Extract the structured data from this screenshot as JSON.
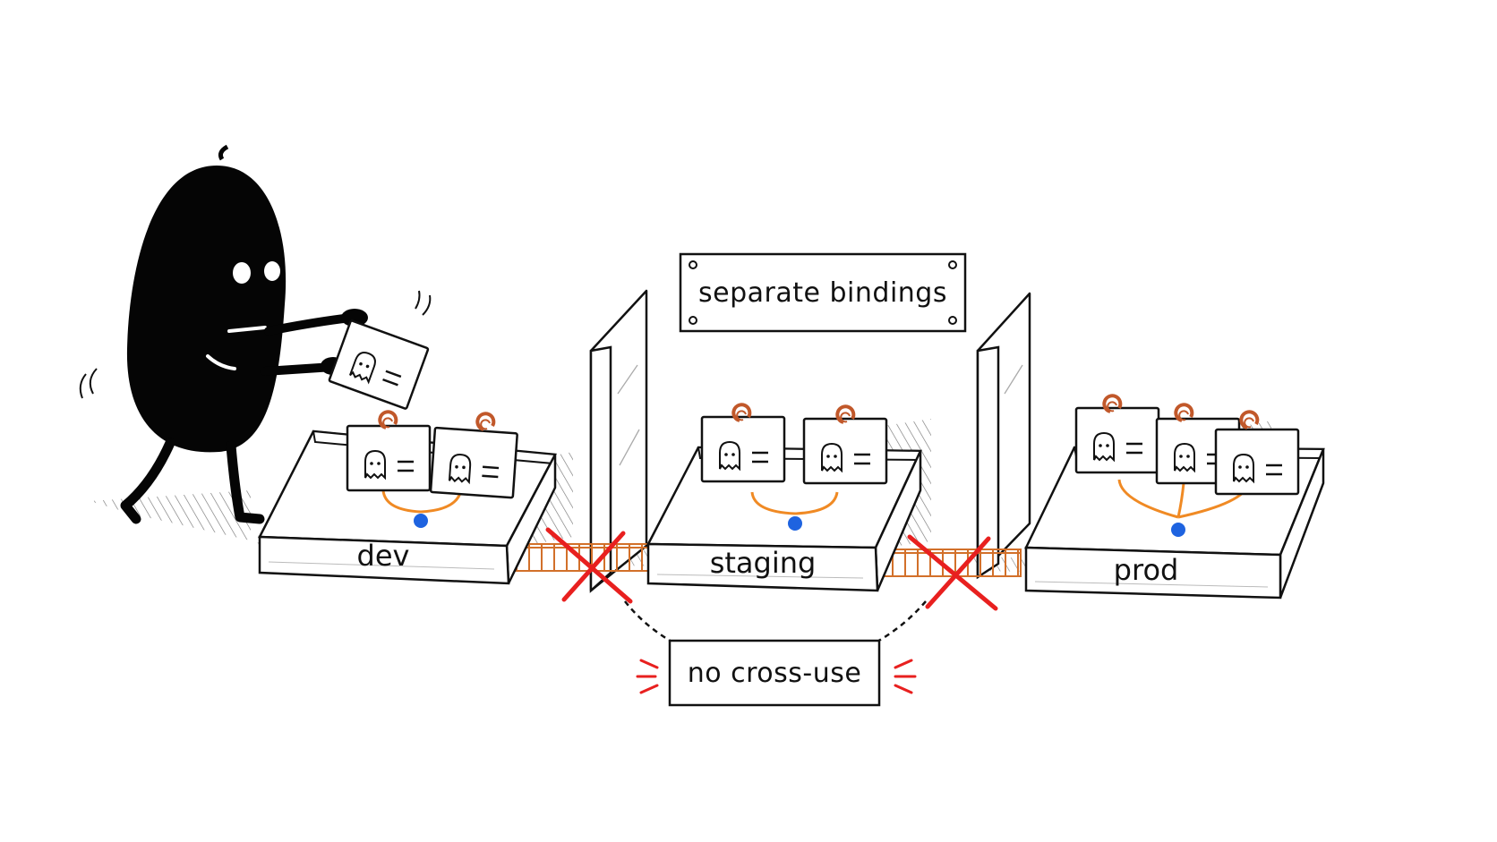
{
  "title_sign": "separate bindings",
  "warning_sign": "no cross-use",
  "environments": [
    {
      "label": "dev",
      "card_count": 2
    },
    {
      "label": "staging",
      "card_count": 2
    },
    {
      "label": "prod",
      "card_count": 3
    }
  ],
  "colors": {
    "ink": "#111111",
    "character": "#050505",
    "hub_dot": "#1e63e0",
    "binding_wire": "#f08a24",
    "ring": "#c1582a",
    "bridge": "#d2702a",
    "cross": "#e8201f",
    "hatch": "#444444"
  },
  "icons": [
    "ghost-icon",
    "ring-icon",
    "cross-icon",
    "hub-dot-icon"
  ]
}
